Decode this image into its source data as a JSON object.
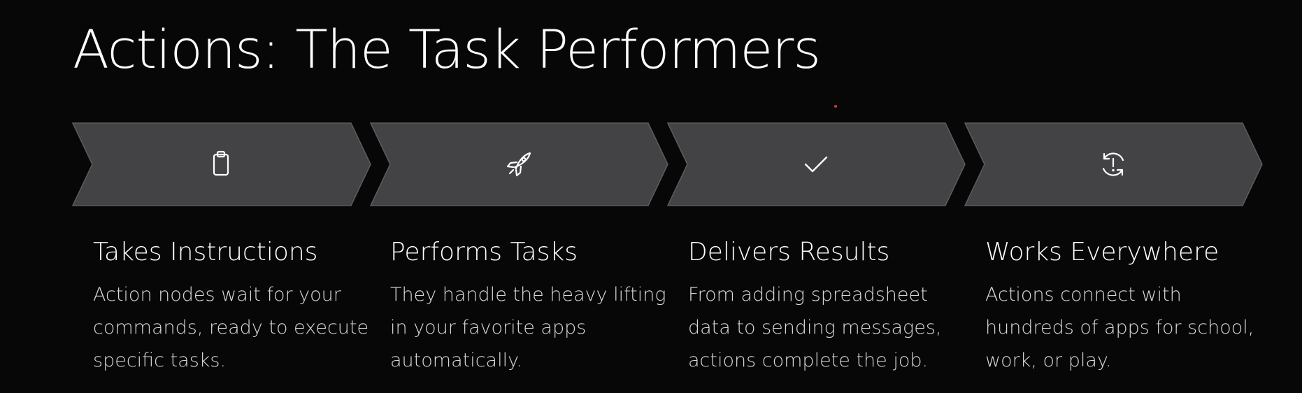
{
  "slide": {
    "title": "Actions: The Task Performers"
  },
  "colors": {
    "background": "#070707",
    "chevron_fill": "#434346",
    "chevron_stroke": "#5c5c60",
    "text_primary": "#ffffff",
    "text_secondary": "#d9d9d9",
    "dot": "#e0322e"
  },
  "steps": [
    {
      "icon": "clipboard-icon",
      "heading": "Takes Instructions",
      "description": "Action nodes wait for your commands, ready to execute specific tasks."
    },
    {
      "icon": "rocket-icon",
      "heading": "Performs Tasks",
      "description": "They handle the heavy lifting in your favorite apps automatically."
    },
    {
      "icon": "checkmark-icon",
      "heading": "Delivers Results",
      "description": "From adding spreadsheet data to sending messages, actions complete the job."
    },
    {
      "icon": "sync-alert-icon",
      "heading": "Works Everywhere",
      "description": "Actions connect with hundreds of apps for school, work, or play."
    }
  ]
}
